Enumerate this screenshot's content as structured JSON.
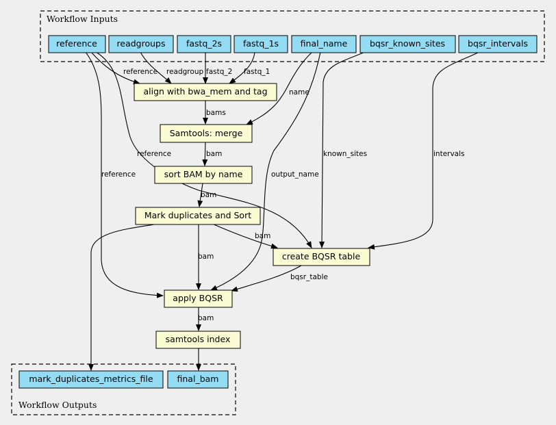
{
  "colors": {
    "background": "#efefef",
    "io_fill": "#94dcf4",
    "step_fill": "#fcfcd4",
    "stroke": "#000000"
  },
  "clusters": {
    "inputs_title": "Workflow Inputs",
    "outputs_title": "Workflow Outputs"
  },
  "inputs": {
    "reference": "reference",
    "readgroups": "readgroups",
    "fastq_2s": "fastq_2s",
    "fastq_1s": "fastq_1s",
    "final_name": "final_name",
    "bqsr_known_sites": "bqsr_known_sites",
    "bqsr_intervals": "bqsr_intervals"
  },
  "steps": {
    "align": "align with bwa_mem and tag",
    "merge": "Samtools: merge",
    "sort": "sort BAM by name",
    "markdup": "Mark duplicates and Sort",
    "bqsr_table": "create BQSR table",
    "apply_bqsr": "apply BQSR",
    "index": "samtools index"
  },
  "outputs": {
    "metrics": "mark_duplicates_metrics_file",
    "final_bam": "final_bam"
  },
  "edge_labels": {
    "reference_align": "reference",
    "readgroup_align": "readgroup",
    "fastq2_align": "fastq_2",
    "fastq1_align": "fastq_1",
    "name_merge": "name",
    "bams": "bams",
    "bam_sort": "bam",
    "bam_markdup": "bam",
    "reference_bqsr": "reference",
    "reference_apply": "reference",
    "output_name": "output_name",
    "known_sites": "known_sites",
    "intervals": "intervals",
    "bam_bqsr": "bam",
    "bam_apply": "bam",
    "bqsr_table": "bqsr_table",
    "bam_index": "bam"
  }
}
